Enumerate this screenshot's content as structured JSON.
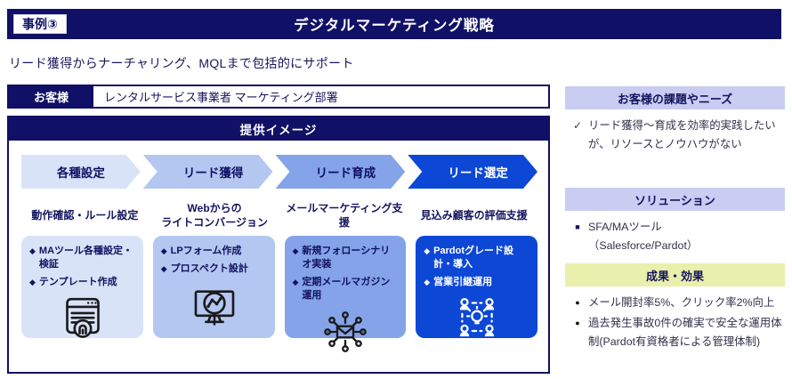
{
  "colors": {
    "navy": "#101066",
    "stage1": "#d9e3f8",
    "stage2": "#b3c7f1",
    "stage3": "#84a3e8",
    "stage4": "#0c47d6",
    "sidebarHeader": "#c9cdf2",
    "resultHeader": "#e8f0ac"
  },
  "glyphs": {
    "diamond": "◆",
    "check": "✓",
    "square": "■",
    "dot": "●"
  },
  "header": {
    "case_label": "事例③",
    "title": "デジタルマーケティング戦略"
  },
  "lead": "リード獲得からナーチャリング、MQLまで包括的にサポート",
  "customer": {
    "label": "お客様",
    "value": "レンタルサービス事業者 マーケティング部署"
  },
  "panel": {
    "title": "提供イメージ",
    "stages": [
      {
        "label": "各種設定",
        "subtitle": "動作確認・ルール設定",
        "icon": "browser-document-icon",
        "items": [
          "MAツール各種設定・検証",
          "テンプレート作成"
        ]
      },
      {
        "label": "リード獲得",
        "subtitle": "Webからの\nライトコンバージョン",
        "icon": "monitor-analytics-icon",
        "items": [
          "LPフォーム作成",
          "プロスペクト設計"
        ]
      },
      {
        "label": "リード育成",
        "subtitle": "メールマーケティング支援",
        "icon": "email-network-icon",
        "items": [
          "新規フォローシナリオ実装",
          "定期メールマガジン運用"
        ]
      },
      {
        "label": "リード選定",
        "subtitle": "見込み顧客の評価支援",
        "icon": "team-idea-icon",
        "items": [
          "Pardotグレード設計・導入",
          "営業引継運用"
        ]
      }
    ]
  },
  "sidebar": {
    "sections": [
      {
        "title": "お客様の課題やニーズ",
        "items": [
          "リード獲得～育成を効率的実践したいが、リソースとノウハウがない"
        ]
      },
      {
        "title": "ソリューション",
        "items": [
          "SFA/MAツール\n（Salesforce/Pardot）"
        ]
      },
      {
        "title": "成果・効果",
        "items": [
          "メール開封率5%、クリック率2%向上",
          "過去発生事故0件の確実で安全な運用体制(Pardot有資格者による管理体制)"
        ]
      }
    ]
  }
}
